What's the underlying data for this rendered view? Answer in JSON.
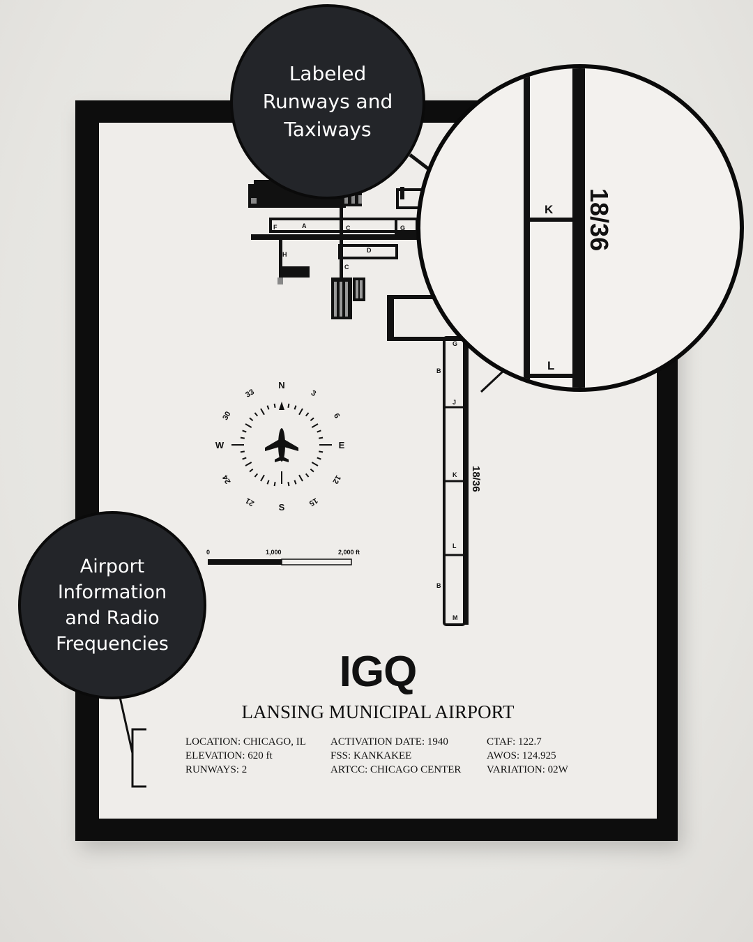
{
  "callouts": {
    "top": [
      "Labeled",
      "Runways and",
      "Taxiways"
    ],
    "left": [
      "Airport",
      "Information",
      "and Radio",
      "Frequencies"
    ]
  },
  "poster": {
    "code": "IGQ",
    "name": "LANSING MUNICIPAL AIRPORT",
    "info": {
      "col1": [
        "LOCATION: CHICAGO, IL",
        "ELEVATION: 620 ft",
        "RUNWAYS: 2"
      ],
      "col2": [
        "ACTIVATION DATE: 1940",
        "FSS: KANKAKEE",
        "ARTCC: CHICAGO CENTER"
      ],
      "col3": [
        "CTAF: 122.7",
        "AWOS: 124.925",
        "VARIATION: 02W"
      ]
    }
  },
  "diagram": {
    "runway_label": "18/36",
    "taxiways": {
      "F": "F",
      "A": "A",
      "C1": "C",
      "G1": "G",
      "D": "D",
      "H": "H",
      "C2": "C",
      "G2": "G",
      "B1": "B",
      "J": "J",
      "K": "K",
      "L": "L",
      "B2": "B",
      "M": "M"
    }
  },
  "compass": {
    "N": "N",
    "S": "S",
    "E": "E",
    "W": "W",
    "d3": "3",
    "d6": "6",
    "d12": "12",
    "d15": "15",
    "d21": "21",
    "d24": "24",
    "d30": "30",
    "d33": "33"
  },
  "scale": {
    "zero": "0",
    "mid": "1,000",
    "end": "2,000 ft"
  },
  "zoom": {
    "runway_label": "18/36",
    "k": "K",
    "l": "L"
  },
  "colors": {
    "ink": "#111111",
    "paper": "#efedea",
    "bubble": "#232529",
    "frame": "#0d0d0d"
  }
}
